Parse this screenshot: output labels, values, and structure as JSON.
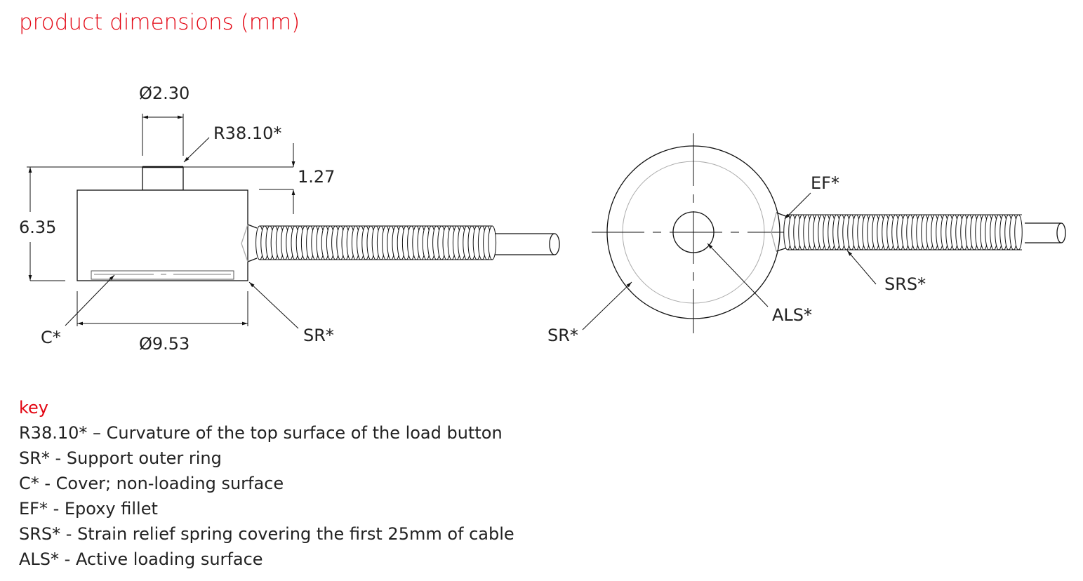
{
  "title": "product dimensions (mm)",
  "accent_color": "#e30613",
  "side_view": {
    "button_diameter": "Ø2.30",
    "curvature": "R38.10*",
    "button_height": "1.27",
    "total_height": "6.35",
    "body_diameter": "Ø9.53",
    "cover_label": "C*",
    "support_ring_label": "SR*"
  },
  "top_view": {
    "epoxy_label": "EF*",
    "spring_label": "SRS*",
    "active_surface_label": "ALS*",
    "support_ring_label": "SR*"
  },
  "key": {
    "heading": "key",
    "items": [
      "R38.10* – Curvature of the top surface of the load button",
      "SR* - Support outer ring",
      "C* - Cover; non-loading surface",
      "EF* - Epoxy fillet",
      "SRS* - Strain relief spring covering the first 25mm of cable",
      "ALS* - Active loading surface"
    ]
  }
}
